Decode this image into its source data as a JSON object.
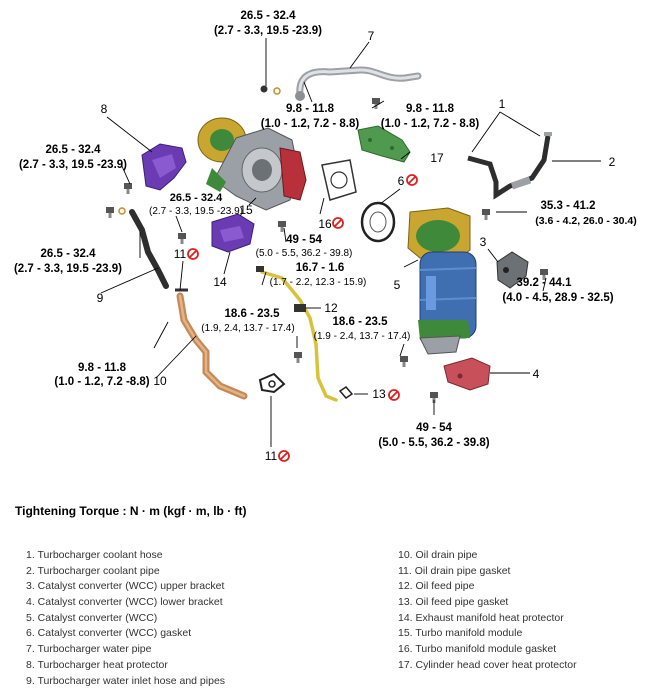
{
  "torque_specs": [
    {
      "value": "26.5 - 32.4",
      "alt": "(2.7 - 3.3, 19.5 -23.9)"
    },
    {
      "value": "9.8 - 11.8",
      "alt": "(1.0 - 1.2, 7.2 - 8.8)"
    },
    {
      "value": "9.8 - 11.8",
      "alt": "(1.0 - 1.2, 7.2 - 8.8)"
    },
    {
      "value": "26.5 - 32.4",
      "alt": "(2.7 - 3.3, 19.5 -23.9)"
    },
    {
      "value": "26.5 - 32.4",
      "alt": "(2.7 - 3.3, 19.5 -23.9)"
    },
    {
      "value": "35.3 - 41.2",
      "alt": "(3.6 - 4.2, 26.0 - 30.4)"
    },
    {
      "value": "26.5 - 32.4",
      "alt": "(2.7 - 3.3, 19.5 -23.9)"
    },
    {
      "value": "49 - 54",
      "alt": "(5.0 - 5.5, 36.2 - 39.8)"
    },
    {
      "value": "16.7 - 1.6",
      "alt": "(1.7 - 2.2, 12.3 - 15.9)"
    },
    {
      "value": "39.2 - 44.1",
      "alt": "(4.0 - 4.5, 28.9 - 32.5)"
    },
    {
      "value": "18.6 - 23.5",
      "alt": "(1.9, 2.4, 13.7 - 17.4)"
    },
    {
      "value": "18.6 - 23.5",
      "alt": "(1.9 - 2.4, 13.7 - 17.4)"
    },
    {
      "value": "9.8 - 11.8",
      "alt": "(1.0 - 1.2, 7.2 -8.8)"
    },
    {
      "value": "49 - 54",
      "alt": "(5.0 - 5.5, 36.2 - 39.8)"
    }
  ],
  "callouts": [
    "7",
    "1",
    "8",
    "2",
    "17",
    "6",
    "15",
    "16",
    "3",
    "14",
    "11",
    "9",
    "5",
    "12",
    "10",
    "13",
    "4",
    "11"
  ],
  "colors": {
    "heat_protector": "#6a3bb3",
    "turbo_gold": "#c9a630",
    "turbo_green": "#3f8a3a",
    "catalyst_blue": "#3f6fb0",
    "bracket_red": "#c8505a",
    "pipe_silver": "#b9bcc0",
    "oil_pipe_copper": "#c58a55",
    "feed_pipe_yellow": "#d8c23a",
    "cover_green": "#4f9a4f",
    "prohibit_red": "#e02020"
  },
  "icons": [
    "reuse-prohibited-icon"
  ],
  "footer": {
    "title": "Tightening Torque : N · m (kgf · m, lb · ft)",
    "legend_left": [
      "1. Turbocharger coolant hose",
      "2. Turbocharger coolant pipe",
      "3. Catalyst converter (WCC) upper bracket",
      "4. Catalyst converter (WCC) lower bracket",
      "5. Catalyst converter (WCC)",
      "6. Catalyst converter (WCC) gasket",
      "7. Turbocharger water pipe",
      "8. Turbocharger heat protector",
      "9. Turbocharger water inlet hose and pipes"
    ],
    "legend_right": [
      "10. Oil drain pipe",
      "11. Oil drain pipe gasket",
      "12. Oil feed pipe",
      "13. Oil feed pipe gasket",
      "14. Exhaust manifold heat protector",
      "15. Turbo manifold module",
      "16. Turbo manifold module gasket",
      "17. Cylinder head cover heat protector"
    ]
  }
}
